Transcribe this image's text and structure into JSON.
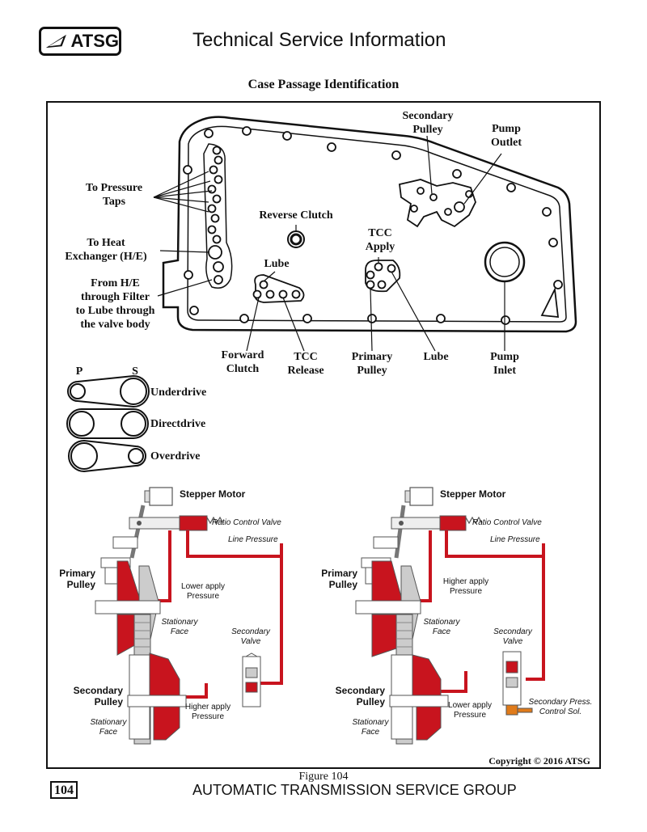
{
  "header": {
    "logo_text": "ATSG",
    "title": "Technical Service Information"
  },
  "figure_title": "Case Passage Identification",
  "case_labels": {
    "to_pressure_taps": "To Pressure\nTaps",
    "to_heat_exchanger": "To Heat\nExchanger (H/E)",
    "from_he": "From H/E\nthrough Filter\nto Lube through\nthe valve body",
    "reverse_clutch": "Reverse Clutch",
    "lube_upper": "Lube",
    "tcc_apply": "TCC\nApply",
    "secondary_pulley": "Secondary\nPulley",
    "pump_outlet": "Pump\nOutlet",
    "forward_clutch": "Forward\nClutch",
    "tcc_release": "TCC\nRelease",
    "primary_pulley": "Primary\nPulley",
    "lube_lower": "Lube",
    "pump_inlet": "Pump\nInlet"
  },
  "ratio_legend": {
    "p_label": "P",
    "s_label": "S",
    "items": [
      "Underdrive",
      "Directdrive",
      "Overdrive"
    ]
  },
  "diagram_left": {
    "stepper_motor": "Stepper Motor",
    "ratio_control_valve": "Ratio Control Valve",
    "line_pressure": "Line Pressure",
    "primary_pulley": "Primary\nPulley",
    "apply_pressure": "Lower apply\nPressure",
    "stationary_face_top": "Stationary\nFace",
    "secondary_valve": "Secondary\nValve",
    "secondary_pulley": "Secondary\nPulley",
    "secondary_apply": "Higher apply\nPressure",
    "stationary_face_bottom": "Stationary\nFace"
  },
  "diagram_right": {
    "stepper_motor": "Stepper Motor",
    "ratio_control_valve": "Ratio Control Valve",
    "line_pressure": "Line Pressure",
    "primary_pulley": "Primary\nPulley",
    "apply_pressure": "Higher apply\nPressure",
    "stationary_face_top": "Stationary\nFace",
    "secondary_valve": "Secondary\nValve",
    "secondary_press_sol": "Secondary Press.\nControl Sol.",
    "secondary_pulley": "Secondary\nPulley",
    "secondary_apply": "Lower apply\nPressure",
    "stationary_face_bottom": "Stationary\nFace"
  },
  "copyright": "Copyright © 2016 ATSG",
  "figure_caption": "Figure 104",
  "page_number": "104",
  "footer": "AUTOMATIC TRANSMISSION SERVICE GROUP",
  "colors": {
    "pressure_red": "#c8141e",
    "solenoid_orange": "#e07b1a"
  }
}
